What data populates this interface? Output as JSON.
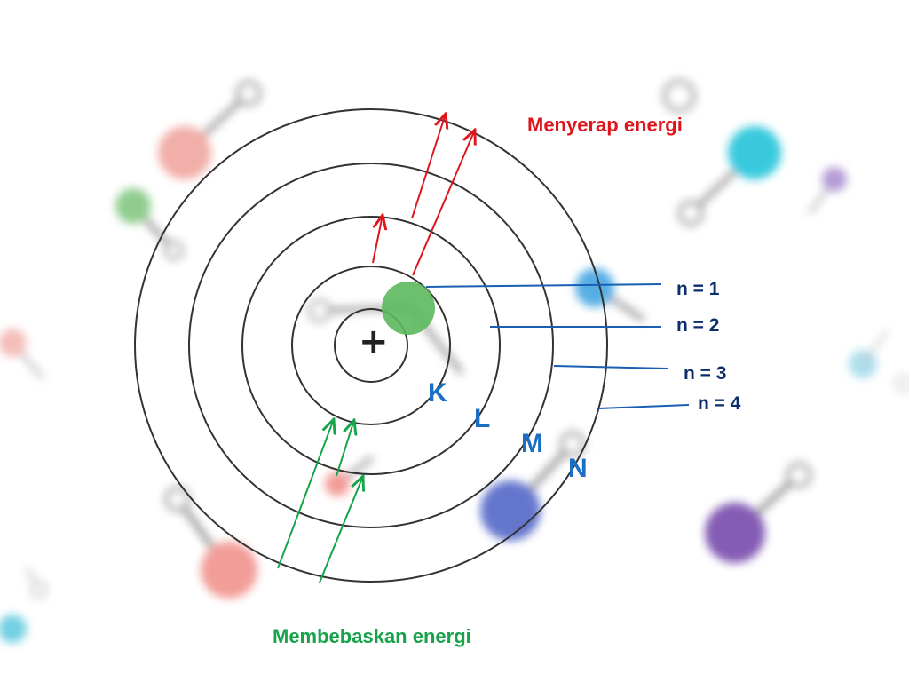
{
  "annotations": {
    "absorb": "Menyerap energi",
    "release": "Membebaskan energi"
  },
  "nucleus": {
    "sign": "+"
  },
  "orbit_labels": {
    "n1": "n = 1",
    "n2": "n = 2",
    "n3": "n = 3",
    "n4": "n = 4"
  },
  "shell_letters": {
    "k": "K",
    "l": "L",
    "m": "M",
    "n": "N"
  },
  "colors": {
    "absorb_arrow": "#e0141b",
    "release_arrow": "#16a34a",
    "leader_line": "#1a5fb4",
    "orbit": "#333333",
    "electron": "#5cb85c"
  }
}
